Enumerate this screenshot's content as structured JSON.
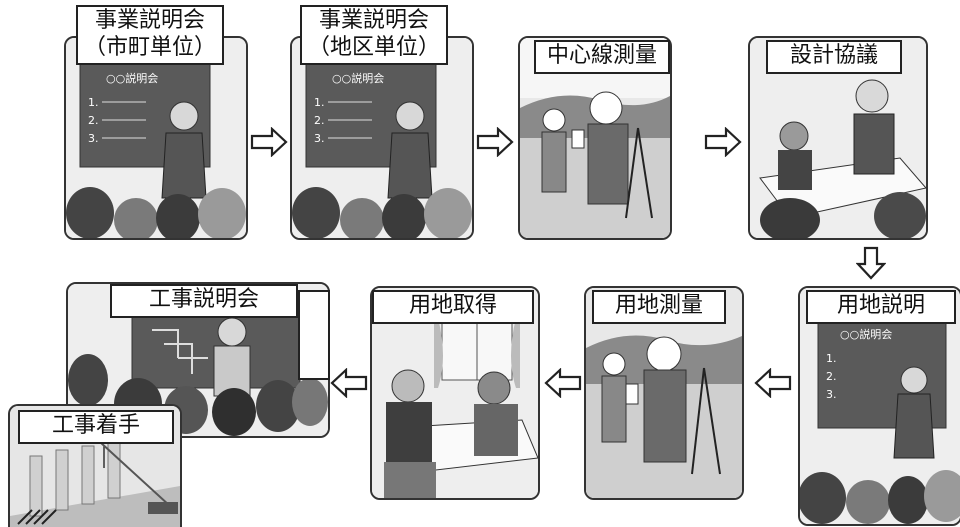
{
  "steps": [
    {
      "label_line1": "事業説明会",
      "label_line2": "（市町単位）",
      "board_title": "○○説明会",
      "board_items": [
        "1.",
        "2.",
        "3."
      ]
    },
    {
      "label_line1": "事業説明会",
      "label_line2": "（地区単位）",
      "board_title": "○○説明会",
      "board_items": [
        "1.",
        "2.",
        "3."
      ]
    },
    {
      "label": "中心線測量"
    },
    {
      "label": "設計協議"
    },
    {
      "label": "用地説明",
      "board_title": "○○説明会",
      "board_items": [
        "1.",
        "2.",
        "3."
      ]
    },
    {
      "label": "用地測量"
    },
    {
      "label": "用地取得"
    },
    {
      "label": "工事説明会"
    },
    {
      "label": "工事着手"
    }
  ],
  "colors": {
    "border": "#333333",
    "panel_bg": "#f2f2f2",
    "board": "#5a5a5a",
    "arrow": "#222222"
  },
  "icons": [
    "arrow-right-icon",
    "arrow-down-icon",
    "arrow-left-icon"
  ]
}
